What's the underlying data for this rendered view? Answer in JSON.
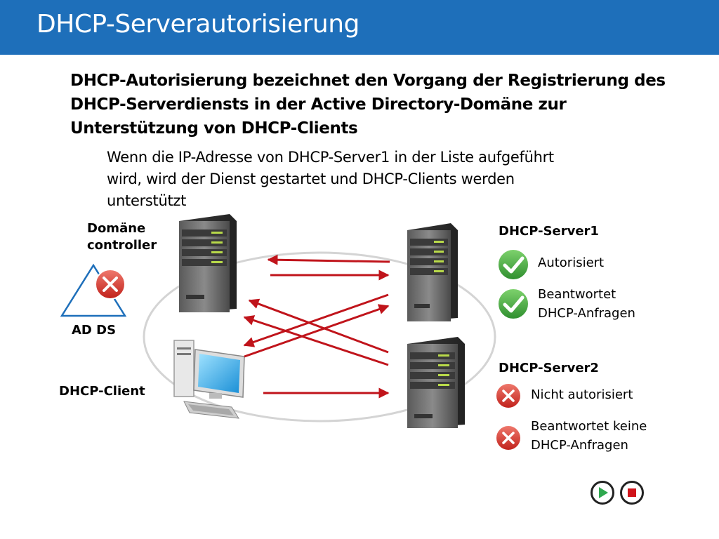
{
  "title": "DHCP-Serverautorisierung",
  "lead": "DHCP-Autorisierung bezeichnet den Vorgang der Registrierung des DHCP-Serverdiensts in der Active Directory-Domäne zur Unterstützung von DHCP-Clients",
  "sub": "Wenn die IP-Adresse von DHCP-Server1 in der Liste aufgeführt wird, wird der Dienst gestartet und DHCP-Clients werden unterstützt",
  "labels": {
    "domain_controller_1": "Domäne",
    "domain_controller_2": "controller",
    "ad_ds": "AD DS",
    "dhcp_client": "DHCP-Client",
    "server1": "DHCP-Server1",
    "server1_status1": "Autorisiert",
    "server1_status2_l1": "Beantwortet",
    "server1_status2_l2": "DHCP-Anfragen",
    "server2": "DHCP-Server2",
    "server2_status1": "Nicht autorisiert",
    "server2_status2_l1": "Beantwortet keine",
    "server2_status2_l2": "DHCP-Anfragen"
  },
  "colors": {
    "title_bar": "#1e6fba",
    "arrow": "#c0141b",
    "check": "#3aa83a",
    "cross": "#d32f2f"
  },
  "icons": [
    "server-icon",
    "desktop-computer-icon",
    "check-icon",
    "cross-icon",
    "play-icon",
    "stop-icon"
  ]
}
